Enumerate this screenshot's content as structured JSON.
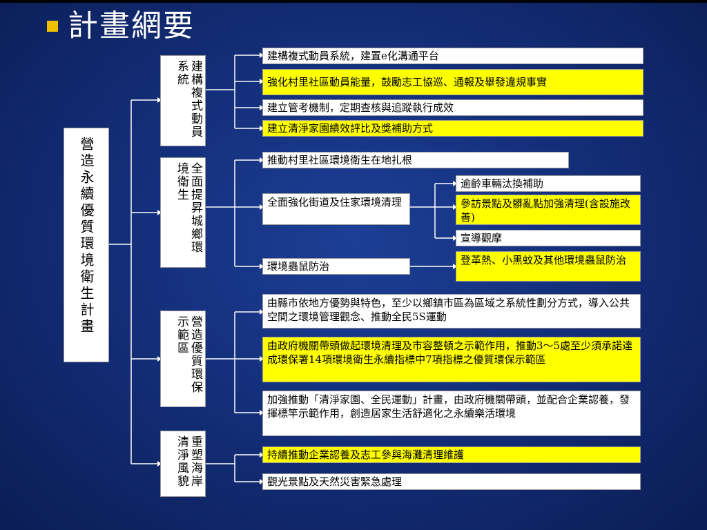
{
  "title": "計畫網要",
  "root": "營造永續優質環境衛生計畫",
  "branches": [
    "建構複式動員系統",
    "全面提昇城鄉環境衛生",
    "營造優質環保示範區",
    "重塑海岸清淨風貌"
  ],
  "items": {
    "b1_1": "建構複式動員系統，建置e化溝通平台",
    "b1_2": "強化村里社區動員能量，鼓勵志工協巡、通報及舉發違規事實",
    "b1_3": "建立管考機制，定期查核與追蹤執行成效",
    "b1_4": "建立清淨家園績效評比及獎補助方式",
    "b2_1": "推動村里社區環境衛生在地扎根",
    "b2_2": "全面強化街道及住家環境清理",
    "b2_3": "環境蟲鼠防治",
    "b2_2a": "逾齡車輛汰換補助",
    "b2_2b": "參訪景點及髒亂點加強清理(含設施改善)",
    "b2_2c": "宣導觀摩",
    "b2_3a": "登革熱、小黑蚊及其他環境蟲鼠防治",
    "b3_1": "由縣市依地方優勢與特色，至少以鄉鎮市區為區域之系統性劃分方式，導入公共空間之環境管理觀念、推動全民5S運動",
    "b3_2": "由政府機關帶頭做起環境清理及市容整頓之示範作用，推動3～5處至少須承諾達成環保署14項環境衛生永續指標中7項指標之優質環保示範區",
    "b3_3": "加強推動「清淨家園、全民運動」計畫，由政府機關帶頭，並配合企業認養，發揮標竿示範作用，創造居家生活舒適化之永續樂活環境",
    "b4_1": "持續推動企業認養及志工參與海灘清理維護",
    "b4_2": "觀光景點及天然災害緊急處理"
  },
  "colors": {
    "background": "#142f7a",
    "highlight": "#ffff00",
    "box": "#ffffff",
    "bullet": "#f0c000",
    "line": "#ffffff"
  }
}
